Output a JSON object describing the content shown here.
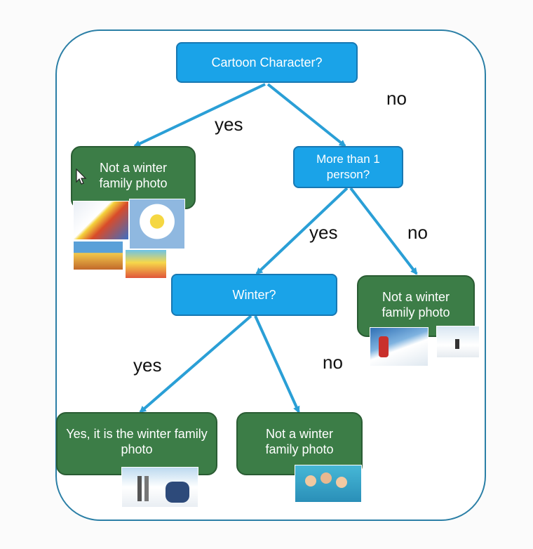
{
  "nodes": {
    "root": "Cartoon Character?",
    "persons": "More than 1 person?",
    "winter": "Winter?",
    "leaf_cartoon": "Not a winter family photo",
    "leaf_single": "Not a winter family photo",
    "leaf_yes": "Yes, it is the winter family photo",
    "leaf_nowinter": "Not a winter family photo"
  },
  "edges": {
    "root_yes": "yes",
    "root_no": "no",
    "persons_yes": "yes",
    "persons_no": "no",
    "winter_yes": "yes",
    "winter_no": "no"
  },
  "colors": {
    "question_fill": "#1aa3e8",
    "leaf_fill": "#3c7d47",
    "arrow": "#2a9fd6",
    "frame": "#2b7fa6"
  }
}
